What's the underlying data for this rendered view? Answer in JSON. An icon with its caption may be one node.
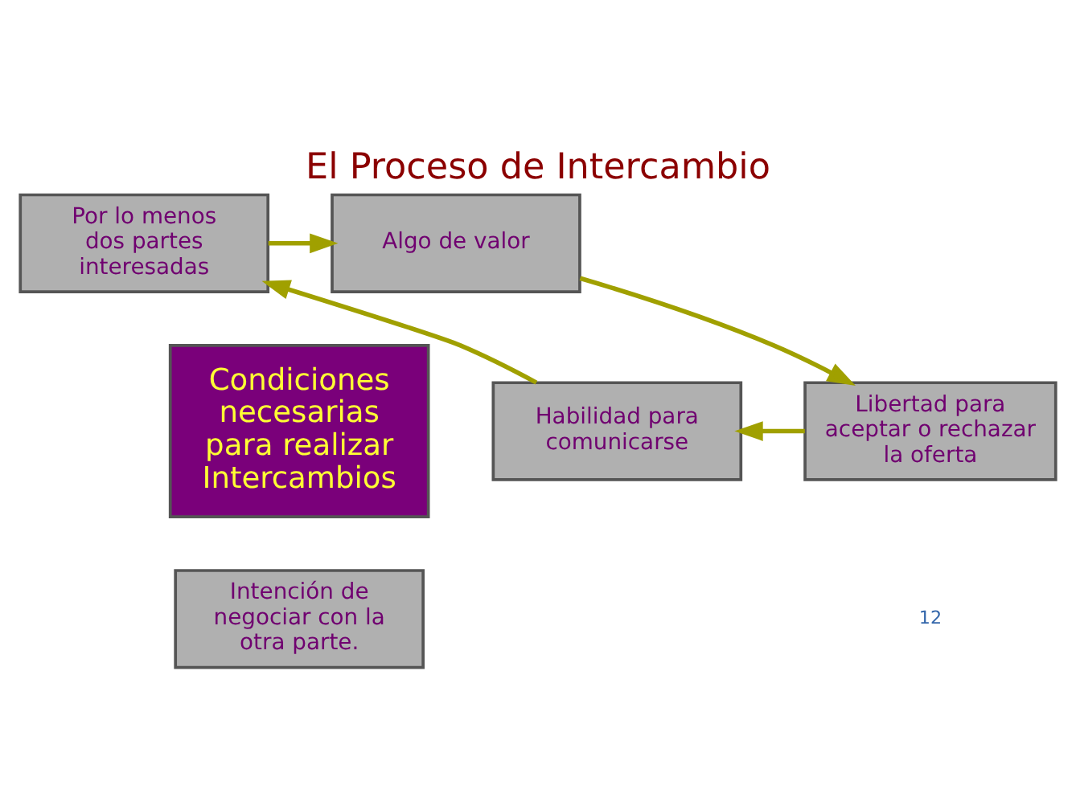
{
  "diagram": {
    "title": "El Proceso de Intercambio",
    "nodes": [
      {
        "text": [
          "Condiciones necesarias para realizar Intercambios"
        ]
      },
      {
        "text": [
          "Por lo menos dos partes interesadas"
        ]
      },
      {
        "text": [
          "Algo de valor"
        ]
      },
      {
        "text": [
          "Libertad para aceptar o rechazar la oferta"
        ]
      },
      {
        "text": [
          "Intención de negociar con la otra parte."
        ]
      },
      {
        "text": [
          "Habilidad para comunicarse"
        ]
      }
    ],
    "edges": [
      {
        "from": 1,
        "to": 2,
        "arrow": "to"
      },
      {
        "from": 2,
        "to": 3,
        "arrow": "to"
      },
      {
        "from": 3,
        "to": 5,
        "arrow": "to"
      },
      {
        "from": 5,
        "to": 1,
        "arrow": "to"
      }
    ],
    "labels": [
      "12"
    ]
  }
}
